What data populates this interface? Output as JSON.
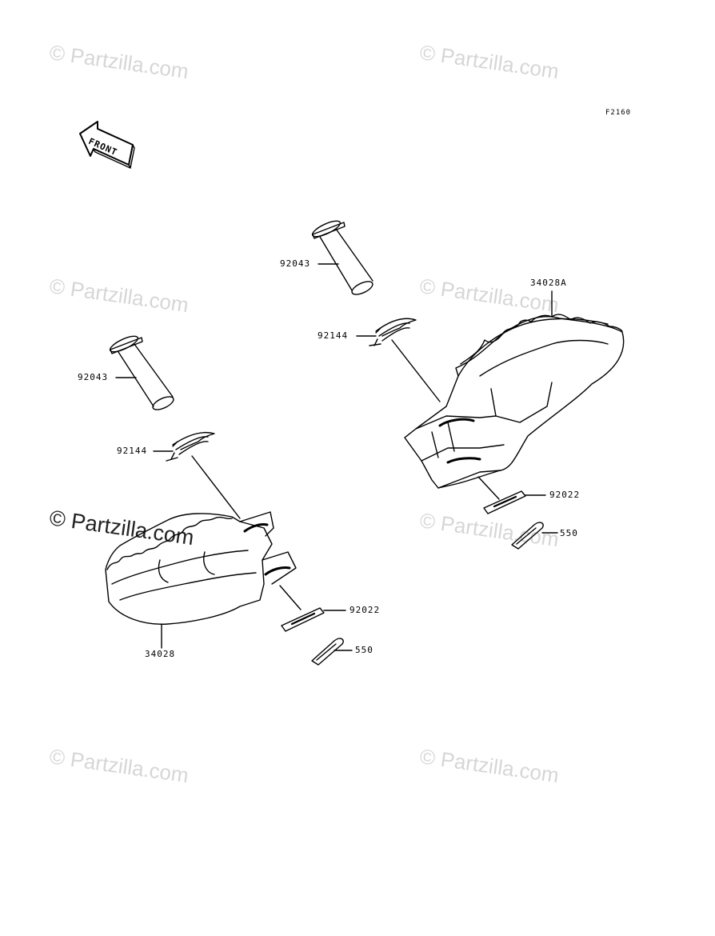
{
  "diagram_code": "F2160",
  "front_arrow_text": "FRONT",
  "watermark_text": "© Partzilla.com",
  "parts": {
    "pin_right": "92043",
    "spring_right": "92144",
    "peg_right": "34028A",
    "washer_right": "92022",
    "cotter_right": "550",
    "pin_left": "92043",
    "spring_left": "92144",
    "peg_left": "34028",
    "washer_left": "92022",
    "cotter_left": "550"
  }
}
